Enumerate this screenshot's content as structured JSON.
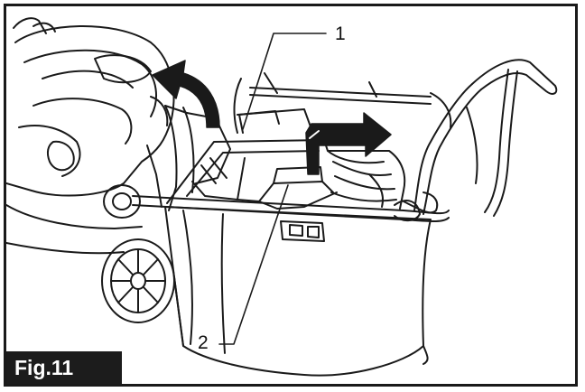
{
  "figure": {
    "label": "Fig.11",
    "callouts": [
      {
        "id": "callout-1",
        "text": "1"
      },
      {
        "id": "callout-2",
        "text": "2"
      }
    ]
  },
  "colors": {
    "ink": "#111111",
    "tag_background": "#1c1c1c",
    "tag_text": "#ffffff"
  }
}
